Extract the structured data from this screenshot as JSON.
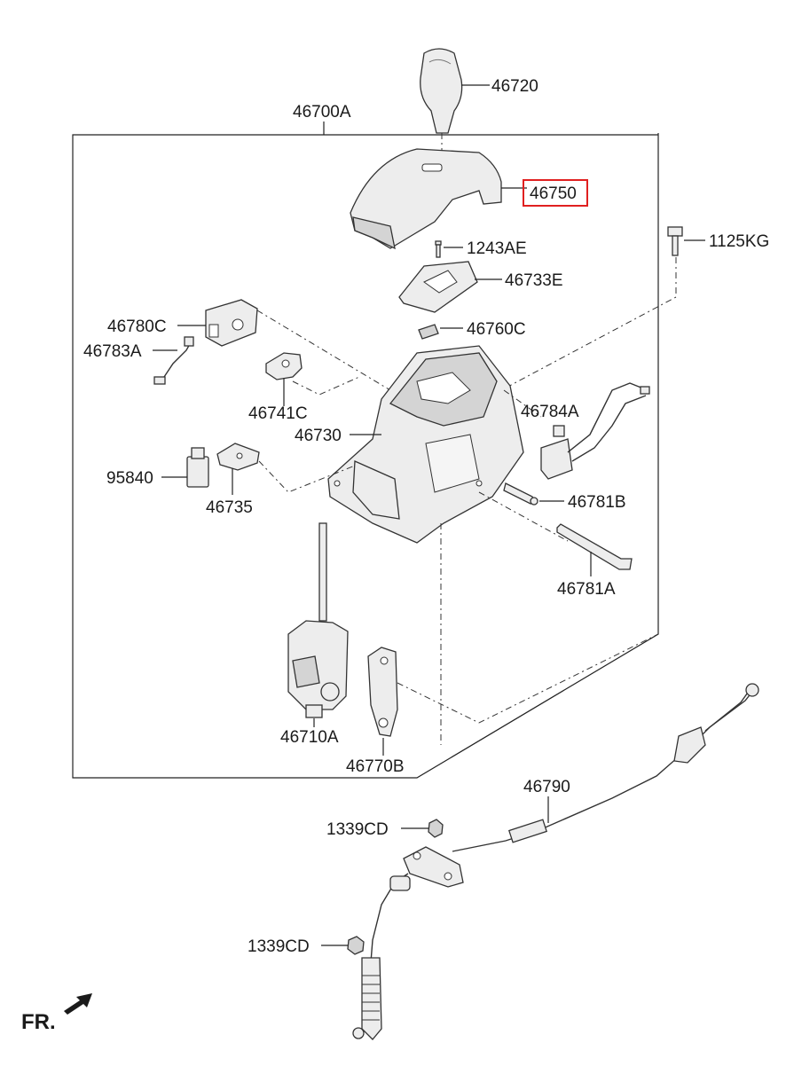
{
  "diagram": {
    "parts": {
      "p46720": "46720",
      "p46700A": "46700A",
      "p46750": "46750",
      "p1125KG": "1125KG",
      "p1243AE": "1243AE",
      "p46733E": "46733E",
      "p46780C": "46780C",
      "p46760C": "46760C",
      "p46783A": "46783A",
      "p46741C": "46741C",
      "p46784A": "46784A",
      "p46730": "46730",
      "p95840": "95840",
      "p46781B": "46781B",
      "p46735": "46735",
      "p46781A": "46781A",
      "p46710A": "46710A",
      "p46770B": "46770B",
      "p46790": "46790",
      "p1339CD_top": "1339CD",
      "p1339CD_bottom": "1339CD"
    },
    "direction_label": "FR.",
    "highlight_color": "#e02020"
  }
}
